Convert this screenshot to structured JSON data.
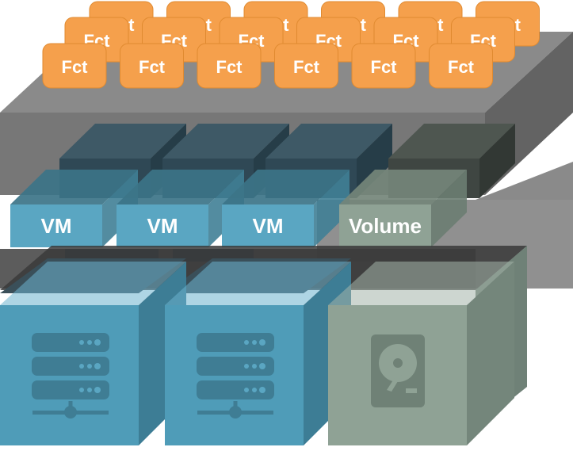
{
  "function_layer": {
    "rows": [
      {
        "row": "back",
        "labels": [
          "Fct",
          "Fct",
          "Fct",
          "Fct",
          "Fct",
          "Fct"
        ]
      },
      {
        "row": "middle",
        "labels": [
          "Fct",
          "Fct",
          "Fct",
          "Fct",
          "Fct",
          "Fct"
        ]
      },
      {
        "row": "front",
        "labels": [
          "Fct",
          "Fct",
          "Fct",
          "Fct",
          "Fct",
          "Fct"
        ]
      }
    ],
    "color": "#f5a04c"
  },
  "virtual_layer": {
    "items": [
      {
        "label": "VM",
        "kind": "vm"
      },
      {
        "label": "VM",
        "kind": "vm"
      },
      {
        "label": "VM",
        "kind": "vm"
      },
      {
        "label": "Volume",
        "kind": "volume"
      }
    ],
    "vm_color": "#5aa6c2",
    "volume_color": "#8fa295"
  },
  "physical_layer": {
    "items": [
      {
        "kind": "server",
        "icon": "server-icon"
      },
      {
        "kind": "server",
        "icon": "server-icon"
      },
      {
        "kind": "storage",
        "icon": "hard-drive-icon"
      }
    ],
    "server_color": "#4f9cb8",
    "storage_color": "#8fa295"
  },
  "platform_color": "#777777"
}
